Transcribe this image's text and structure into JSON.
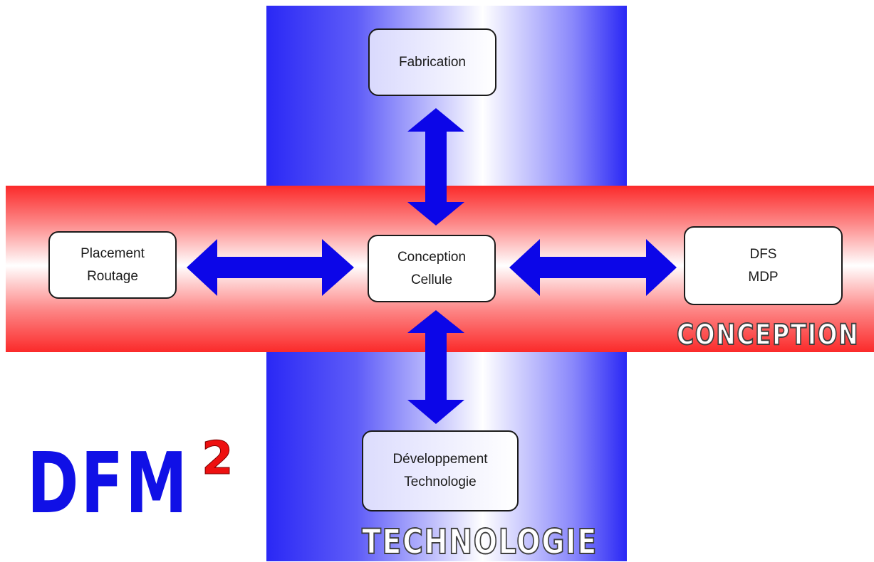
{
  "bands": {
    "vertical_label": "TECHNOLOGIE",
    "horizontal_label": "CONCEPTION",
    "vertical_color": "#2a28f5",
    "horizontal_color": "#fb2a2a"
  },
  "nodes": {
    "fabrication": "Fabrication",
    "placement": "Placement\nRoutage",
    "cell": "Conception\nCellule",
    "dfs": "DFS\nMDP",
    "dev": "Développement\nTechnologie"
  },
  "arrows": {
    "color": "#0c06e8",
    "connections": [
      "cell-fabrication",
      "cell-placement",
      "cell-dfs",
      "cell-dev"
    ]
  },
  "logo": {
    "text": "DFM",
    "superscript": "2",
    "text_color": "#1010e6",
    "superscript_color": "#ee1010"
  }
}
